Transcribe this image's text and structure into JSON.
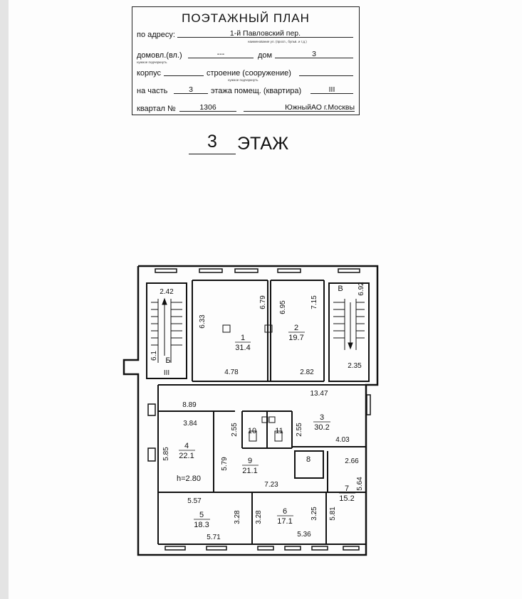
{
  "title_block": {
    "title": "ПОЭТАЖНЫЙ ПЛАН",
    "address_label": "по адресу:",
    "address_value": "1-й Павловский  пер.",
    "address_hint": "наименование ул. (просп., бульв. и т.д.)",
    "domovl_label": "домовл.(вл.)",
    "domovl_value": "---",
    "dom_label": "дом",
    "dom_value": "3",
    "domovl_hint": "нужное подчеркнуть",
    "korpus_label": "корпус",
    "korpus_value": "",
    "stroenie_label": "строение (сооружение)",
    "stroenie_value": "",
    "stroenie_hint": "нужное подчеркнуть",
    "chast_label": "на часть",
    "chast_value": "3",
    "etazha_label": "этажа помещ. (квартира)",
    "etazha_value": "III",
    "kvartal_label": "квартал №",
    "kvartal_value": "1306",
    "okrug_value": "ЮжныйАО г.Москвы"
  },
  "floor": {
    "number": "3",
    "word": "ЭТАЖ"
  },
  "plan": {
    "height_label": "h=2.80",
    "height_color": "#1a6fc4",
    "room_marker_color": "#c0392b",
    "rooms": [
      {
        "id": "1",
        "area": "31.4"
      },
      {
        "id": "2",
        "area": "19.7"
      },
      {
        "id": "3",
        "area": "30.2"
      },
      {
        "id": "4",
        "area": "22.1"
      },
      {
        "id": "5",
        "area": "18.3"
      },
      {
        "id": "6",
        "area": "17.1"
      },
      {
        "id": "7",
        "area": "15.2"
      },
      {
        "id": "8",
        "area": ""
      },
      {
        "id": "9",
        "area": "21.1"
      },
      {
        "id": "10",
        "area": ""
      },
      {
        "id": "11",
        "area": ""
      }
    ],
    "stair_labels": {
      "b": "Б",
      "v": "В",
      "marker": "III"
    },
    "dimensions": [
      "2.42",
      "6.33",
      "6.79",
      "6.95",
      "7.15",
      "6.92",
      "6.1",
      "4.78",
      "2.82",
      "2.35",
      "8.89",
      "13.47",
      "3.84",
      "2.55",
      "2.55",
      "4.03",
      "5.85",
      "5.79",
      "2.66",
      "5.64",
      "7.23",
      "5.57",
      "3.28",
      "3.28",
      "3.25",
      "5.81",
      "5.71",
      "5.36"
    ]
  }
}
